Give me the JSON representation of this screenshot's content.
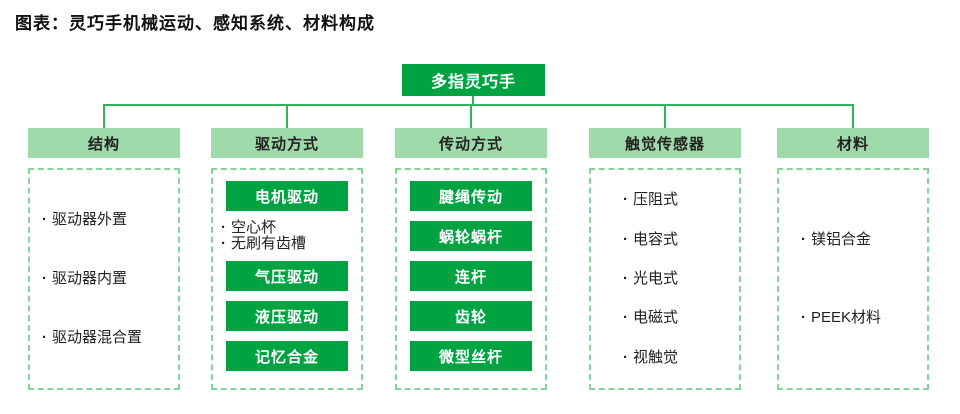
{
  "title": "图表：灵巧手机械运动、感知系统、材料构成",
  "root_label": "多指灵巧手",
  "bullet_char": "·",
  "colors": {
    "primary_green": "#00A342",
    "header_light_green": "#9FDBAA",
    "dashed_border_green": "#85D49C",
    "connector_green": "#2FB45A",
    "text_black": "#111111",
    "pill_text_white": "#FFFFFF"
  },
  "columns": [
    {
      "header": "结构",
      "items": [
        "驱动器外置",
        "驱动器内置",
        "驱动器混合置"
      ]
    },
    {
      "header": "驱动方式",
      "top_pill": "电机驱动",
      "sub_items": [
        "空心杯",
        "无刷有齿槽"
      ],
      "pills": [
        "气压驱动",
        "液压驱动",
        "记忆合金"
      ]
    },
    {
      "header": "传动方式",
      "pills": [
        "腱绳传动",
        "蜗轮蜗杆",
        "连杆",
        "齿轮",
        "微型丝杆"
      ]
    },
    {
      "header": "触觉传感器",
      "items": [
        "压阻式",
        "电容式",
        "光电式",
        "电磁式",
        "视触觉"
      ]
    },
    {
      "header": "材料",
      "items": [
        "镁铝合金",
        "PEEK材料"
      ]
    }
  ]
}
